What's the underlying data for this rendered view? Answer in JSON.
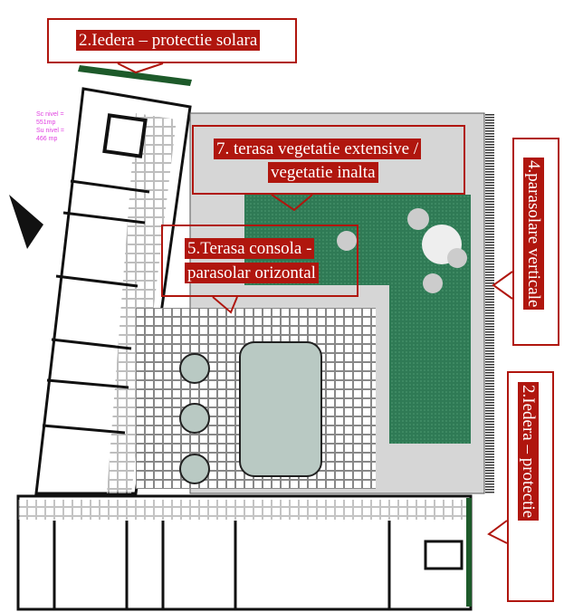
{
  "callouts": {
    "ivy_top": "2.Iedera – protectie solara",
    "green_roof_1": "7. terasa vegetatie extensive /",
    "green_roof_2": "vegetatie inalta",
    "console_1": "5.Terasa consola -",
    "console_2": "parasolar orizontal",
    "vertical_shades": "4.parasolare verticale",
    "ivy_right": "2.Iedera – protectie"
  },
  "area_notes": {
    "line1": "Sc nivel =",
    "line2": "551mp",
    "line3": "Su nivel =",
    "line4": "466 mp"
  },
  "colors": {
    "accent": "#b0160e",
    "green_roof": "#2f7a55",
    "pool": "#b9c9c3",
    "annotation": "#e040e0"
  }
}
